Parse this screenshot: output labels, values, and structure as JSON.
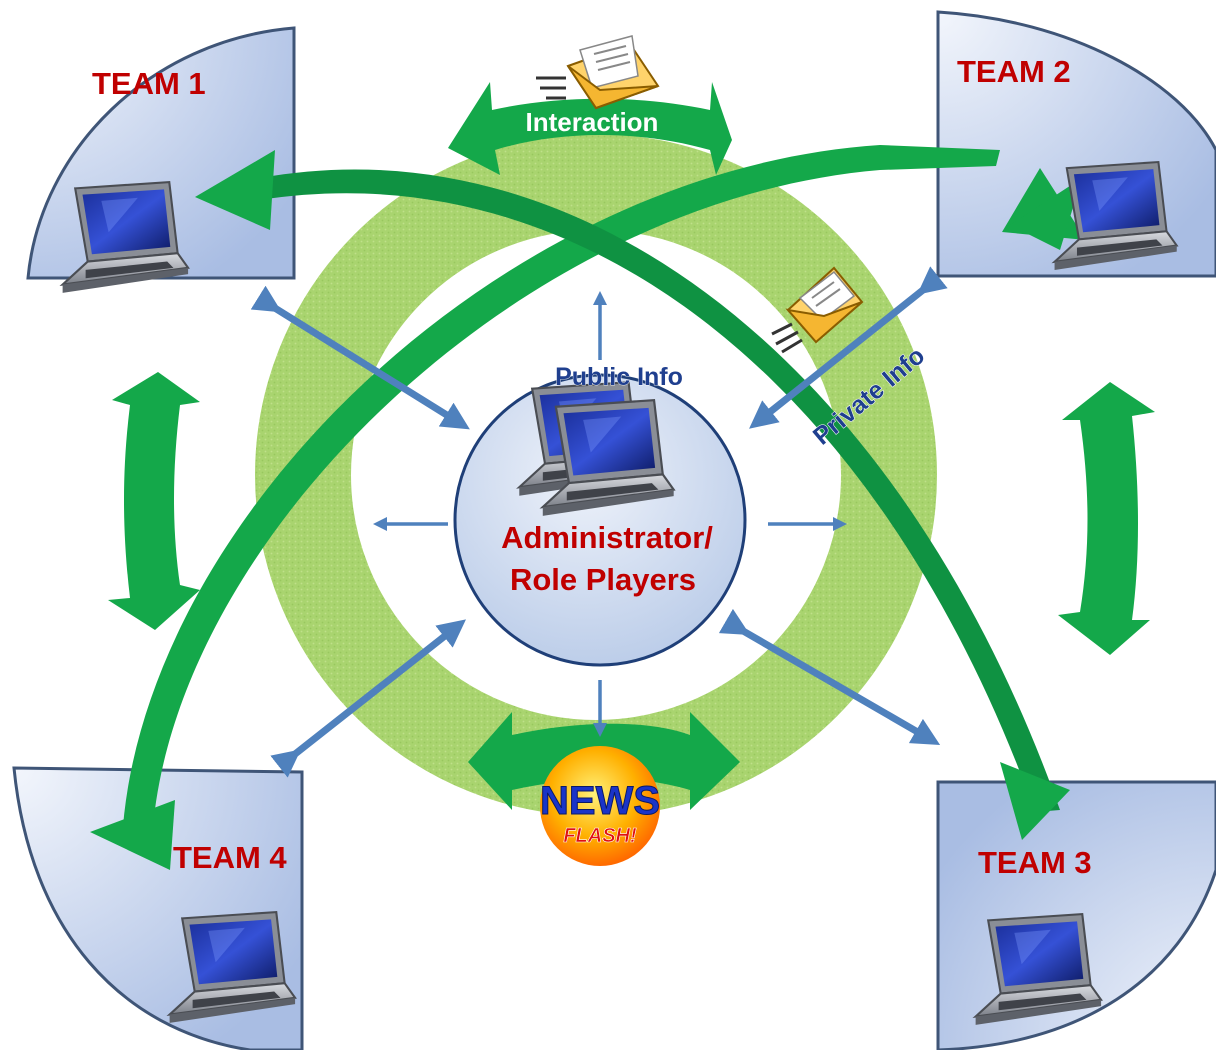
{
  "diagram": {
    "teams": [
      {
        "id": "team1",
        "label": "TEAM 1"
      },
      {
        "id": "team2",
        "label": "TEAM 2"
      },
      {
        "id": "team3",
        "label": "TEAM 3"
      },
      {
        "id": "team4",
        "label": "TEAM 4"
      }
    ],
    "center": {
      "line1": "Administrator/",
      "line2": "Role Players"
    },
    "public_info": "Public Info",
    "private_info": "Private Info",
    "interaction": "Interaction",
    "news": {
      "line1": "NEWS",
      "line2": "FLASH!"
    }
  },
  "colors": {
    "team_label": "#c00000",
    "admin_label": "#c00000",
    "info_label": "#1f3f8f",
    "green_arrow": "#14a84a",
    "blue_arrow": "#4f81bd",
    "ring": "#a9d46f",
    "panel_fill": "#c6d4ee",
    "panel_border": "#3f5577",
    "center_fill": "#d2def2"
  },
  "icons": [
    "laptop-icon",
    "envelope-icon",
    "news-flash-icon"
  ]
}
